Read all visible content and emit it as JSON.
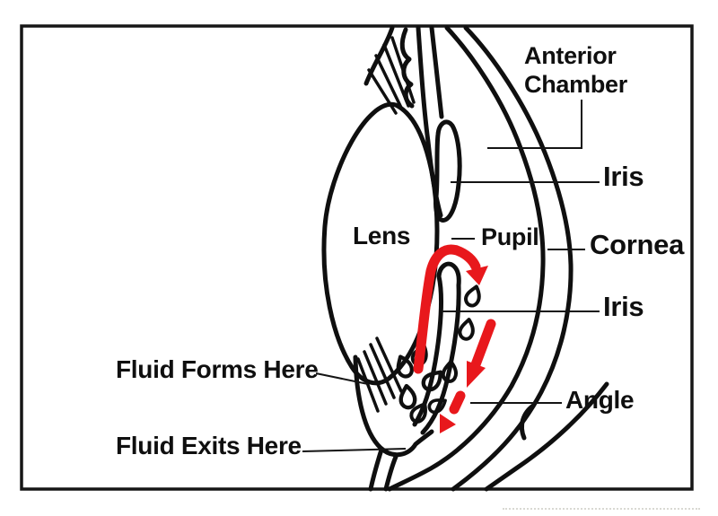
{
  "labels": {
    "anterior_chamber": {
      "line1": "Anterior",
      "line2": "Chamber"
    },
    "iris_upper": "Iris",
    "lens": "Lens",
    "pupil": "Pupil",
    "cornea": "Cornea",
    "iris_lower": "Iris",
    "angle": "Angle",
    "fluid_forms": "Fluid Forms Here",
    "fluid_exits": "Fluid Exits Here"
  },
  "colors": {
    "ink": "#0f0f0f",
    "flow_arrow_red": "#e8181c",
    "paper": "#ffffff"
  }
}
